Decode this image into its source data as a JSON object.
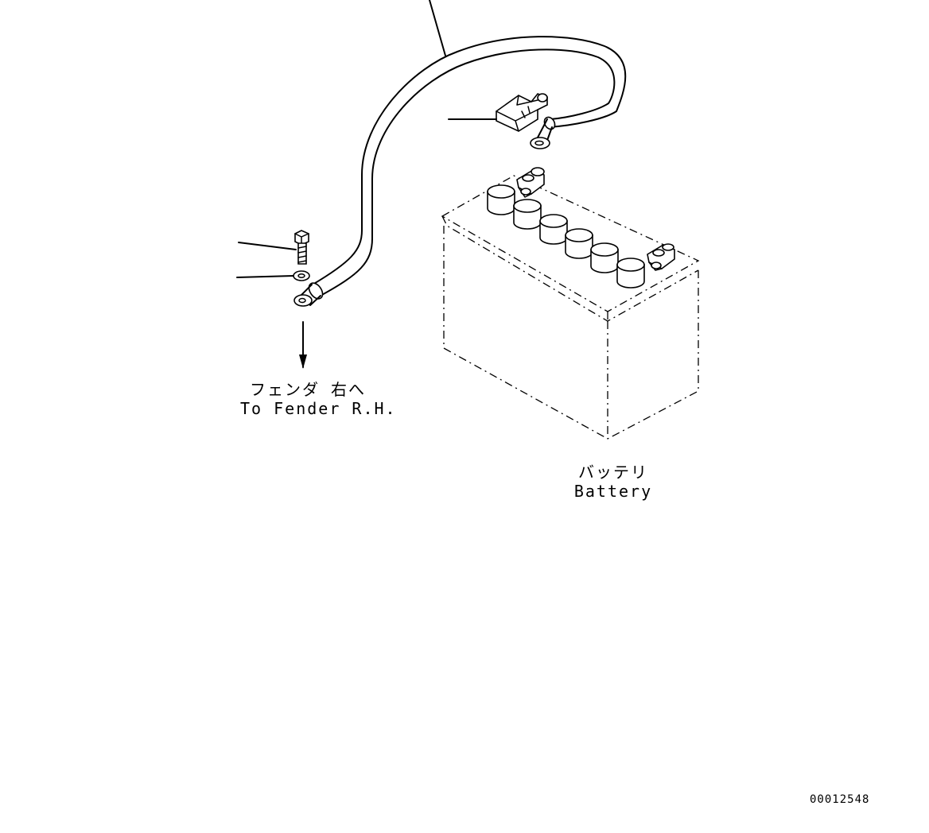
{
  "labels": {
    "fender_jp": "フェンダ 右へ",
    "fender_en": "To Fender R.H.",
    "battery_jp": "バッテリ",
    "battery_en": "Battery",
    "drawing_id": "00012548"
  },
  "parts": [
    {
      "name": "cable"
    },
    {
      "name": "terminal-cover"
    },
    {
      "name": "bolt"
    },
    {
      "name": "washer"
    },
    {
      "name": "battery"
    }
  ]
}
